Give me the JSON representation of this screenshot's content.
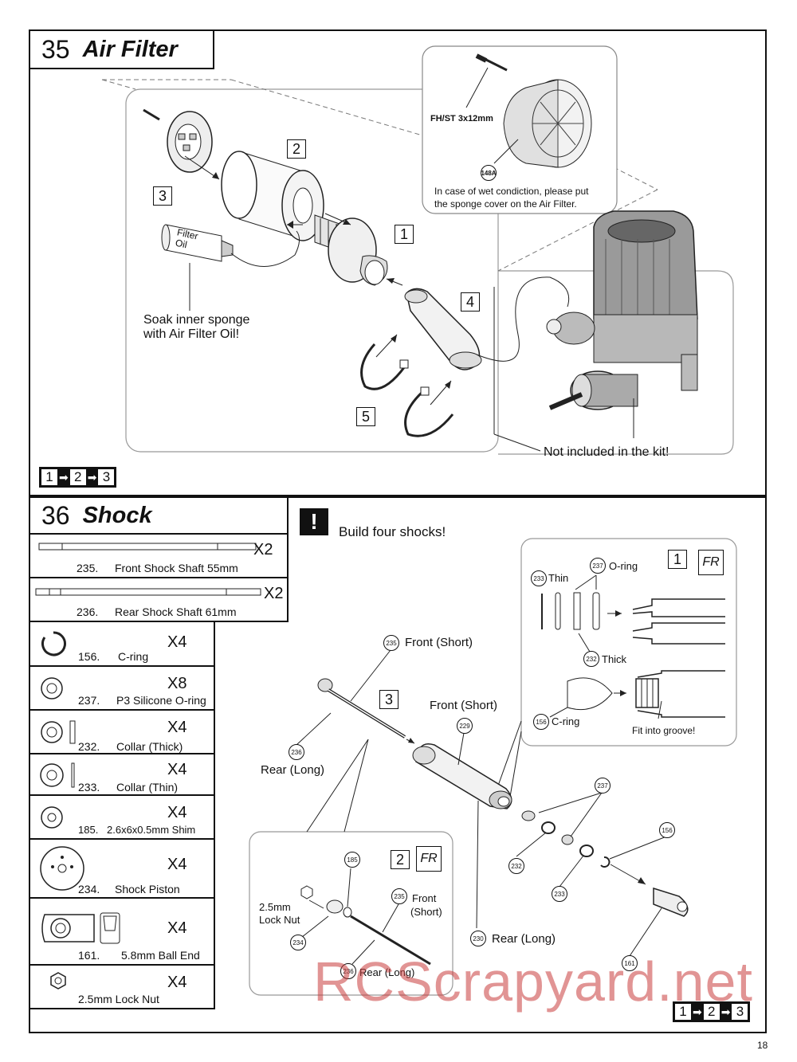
{
  "section35": {
    "number": "35",
    "title": "Air Filter",
    "inset_screw_label": "FH/ST 3x12mm",
    "inset_part": "148A",
    "inset_note_line1": "In case of wet condiction, please put",
    "inset_note_line2": "the sponge cover on the Air Filter.",
    "steps": [
      "1",
      "2",
      "3",
      "4",
      "5"
    ],
    "oil_label_line1": "Filter",
    "oil_label_line2": "Oil",
    "soak_line1": "Soak inner sponge",
    "soak_line2": "with Air Filter Oil!",
    "not_included": "Not included in the kit!",
    "sequence": [
      "1",
      "2",
      "3"
    ]
  },
  "section36": {
    "number": "36",
    "title": "Shock",
    "warning_icon": "!",
    "build_note": "Build four shocks!",
    "parts": [
      {
        "num": "235.",
        "name": "Front Shock Shaft 55mm",
        "qty": "X2"
      },
      {
        "num": "236.",
        "name": "Rear Shock Shaft 61mm",
        "qty": "X2"
      },
      {
        "num": "156.",
        "name": "C-ring",
        "qty": "X4"
      },
      {
        "num": "237.",
        "name": "P3 Silicone O-ring",
        "qty": "X8"
      },
      {
        "num": "232.",
        "name": "Collar (Thick)",
        "qty": "X4"
      },
      {
        "num": "233.",
        "name": "Collar (Thin)",
        "qty": "X4"
      },
      {
        "num": "185.",
        "name": "2.6x6x0.5mm Shim",
        "qty": "X4"
      },
      {
        "num": "234.",
        "name": "Shock Piston",
        "qty": "X4"
      },
      {
        "num": "161.",
        "name": "5.8mm Ball End",
        "qty": "X4"
      },
      {
        "num": "",
        "name": "2.5mm Lock Nut",
        "qty": "X4"
      }
    ],
    "inset1": {
      "step": "1",
      "fr": "FR",
      "thin": "Thin",
      "thin_part": "233",
      "oring": "O-ring",
      "oring_part": "237",
      "thick": "Thick",
      "thick_part": "232",
      "cring": "C-ring",
      "cring_part": "156",
      "groove": "Fit into groove!"
    },
    "inset2": {
      "step": "2",
      "fr": "FR",
      "shim_part": "185",
      "locknut_line1": "2.5mm",
      "locknut_line2": "Lock Nut",
      "piston_part": "234",
      "front_part": "235",
      "front_line1": "Front",
      "front_line2": "(Short)",
      "rear_part": "236",
      "rear": "Rear (Long)"
    },
    "main": {
      "step": "3",
      "front_short_1_part": "235",
      "front_short_1": "Front (Short)",
      "front_short_2": "Front (Short)",
      "body_part": "229",
      "rear_long_1_part": "236",
      "rear_long_1": "Rear (Long)",
      "rear_long_2_part": "230",
      "rear_long_2": "Rear (Long)",
      "p237": "237",
      "p232": "232",
      "p233": "233",
      "p156": "156",
      "p161": "161"
    },
    "sequence": [
      "1",
      "2",
      "3"
    ]
  },
  "page_number": "18",
  "watermark": "RCScrapyard.net"
}
